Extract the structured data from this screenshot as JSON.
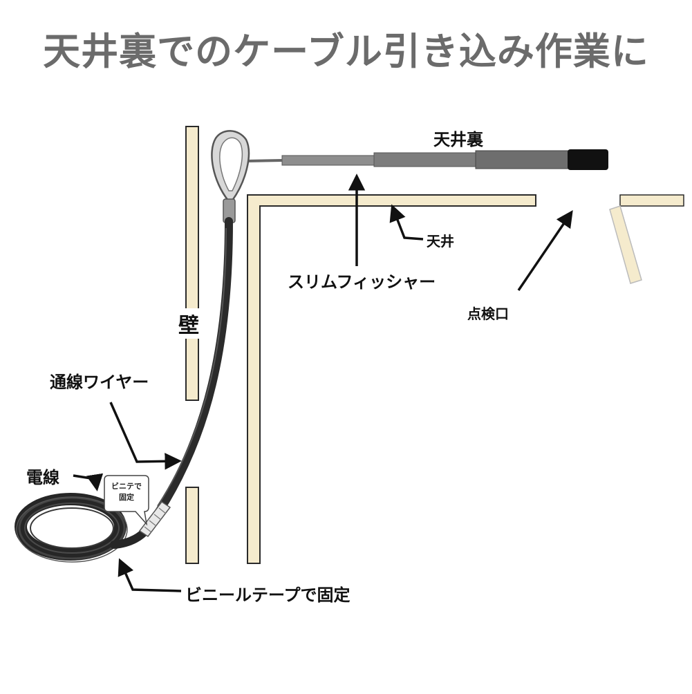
{
  "title": "天井裏でのケーブル引き込み作業に",
  "labels": {
    "ceiling_space": "天井裏",
    "ceiling": "天井",
    "slim_fisher": "スリムフィッシャー",
    "inspection_port": "点検口",
    "wall": "壁",
    "wire": "通線ワイヤー",
    "cable": "電線",
    "tape_fix": "ビニールテープで固定"
  },
  "bubble": {
    "line1": "ビニテで",
    "line2": "固定"
  },
  "colors": {
    "wood_fill": "#f5ebcd",
    "wood_stroke": "#2a2a2a",
    "wire": "#2b2b2b",
    "rod_light": "#8e8e8e",
    "rod_dark": "#6e6e6e",
    "rod_tip": "#111111",
    "title": "#6b6b6b"
  },
  "icons": [
    "loop-hook-icon",
    "arrow-icon"
  ]
}
